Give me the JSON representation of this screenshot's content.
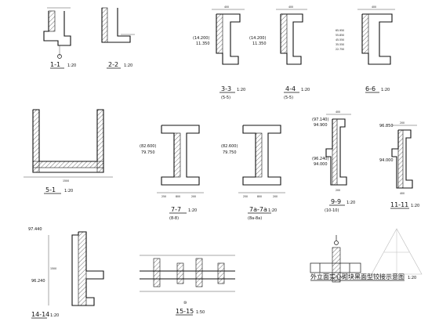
{
  "sections": [
    {
      "id": "s1",
      "label": "1-1",
      "scale": "1:20"
    },
    {
      "id": "s2",
      "label": "2-2",
      "scale": "1:20"
    },
    {
      "id": "s3",
      "label": "3-3",
      "sub": "(5-5)",
      "scale": "1:20",
      "elevations": [
        "(14.200)",
        "11.350"
      ],
      "dims": [
        "400"
      ]
    },
    {
      "id": "s4",
      "label": "4-4",
      "sub": "(5-5)",
      "scale": "1:20",
      "elevations": [
        "(14.200)",
        "11.350"
      ],
      "dims": [
        "400"
      ]
    },
    {
      "id": "s6",
      "label": "6-6",
      "scale": "1:20",
      "elevations": [
        "65.950",
        "55.850",
        "45.550",
        "35.550",
        "22.750"
      ],
      "dims": [
        "400"
      ]
    },
    {
      "id": "s5a",
      "label": "5-1",
      "scale": "1:20",
      "dims": [
        "1500"
      ]
    },
    {
      "id": "s7",
      "label": "7-7",
      "sub": "(8-8)",
      "scale": "1:20",
      "elevations": [
        "(82.600)",
        "79.750"
      ],
      "dims": [
        "250",
        "800",
        "200"
      ]
    },
    {
      "id": "s7a",
      "label": "7a-7a",
      "sub": "(8a-8a)",
      "scale": "1:20",
      "elevations": [
        "(82.600)",
        "79.750"
      ],
      "dims": [
        "250",
        "800",
        "200"
      ]
    },
    {
      "id": "s9",
      "label": "9-9",
      "sub": "(10-10)",
      "scale": "1:20",
      "elevations": [
        "(97.140)",
        "94.900",
        "(96.240)",
        "94.000"
      ],
      "dims": [
        "400",
        "200"
      ]
    },
    {
      "id": "s11",
      "label": "11-11",
      "scale": "1:20",
      "elevations": [
        "96.850",
        "94.000"
      ],
      "dims": [
        "200",
        "400"
      ]
    },
    {
      "id": "s14",
      "label": "14-14",
      "scale": "1:20",
      "elevations": [
        "97.440",
        "96.240"
      ],
      "dims": [
        "1500"
      ]
    },
    {
      "id": "s15",
      "label": "15-15",
      "scale": "1:50",
      "circle": "⑩"
    }
  ],
  "legend": {
    "caption": "外立面实心砌块黑面型铰接示意图",
    "scale": "1:20"
  }
}
